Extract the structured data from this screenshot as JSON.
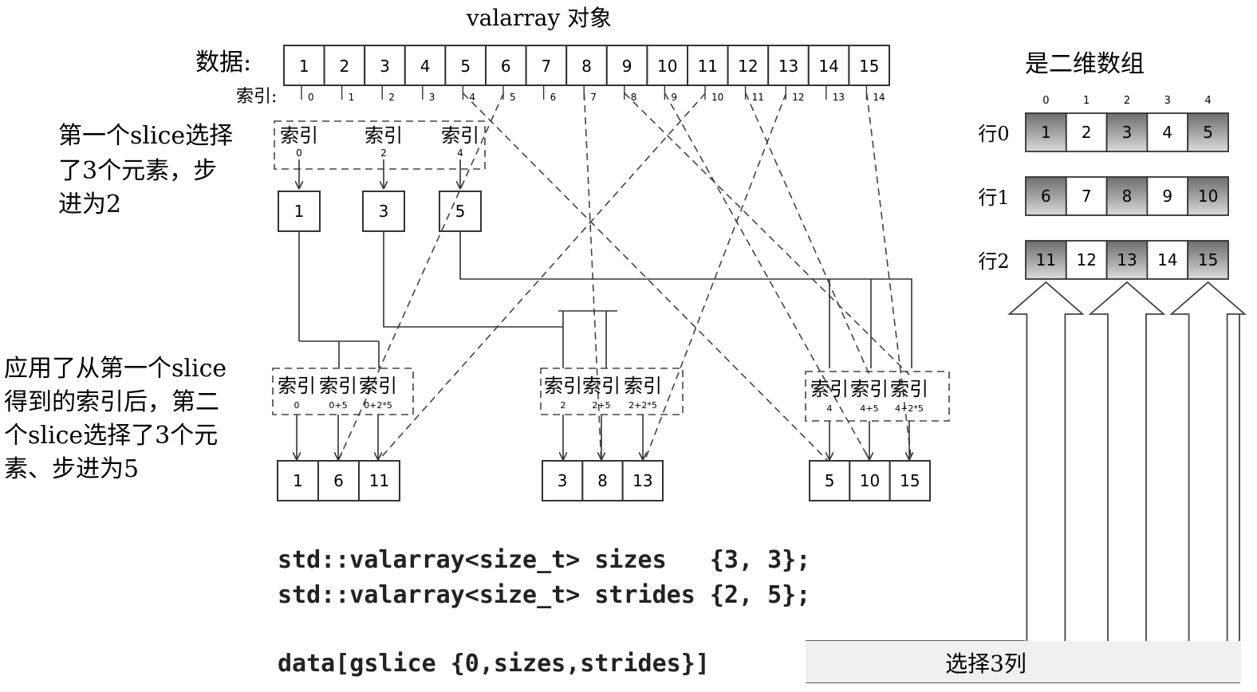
{
  "title": "valarray 对象",
  "data_label": "数据:",
  "index_label": "索引:",
  "data_values": [
    "1",
    "2",
    "3",
    "4",
    "5",
    "6",
    "7",
    "8",
    "9",
    "10",
    "11",
    "12",
    "13",
    "14",
    "15"
  ],
  "data_indices": [
    "0",
    "1",
    "2",
    "3",
    "4",
    "5",
    "6",
    "7",
    "8",
    "9",
    "10",
    "11",
    "12",
    "13",
    "14"
  ],
  "first_slice": {
    "desc_lines": [
      "第一个slice选择",
      "了3个元素，步",
      "进为2"
    ],
    "index_word": "索引",
    "indices": [
      "0",
      "2",
      "4"
    ],
    "results": [
      "1",
      "3",
      "5"
    ]
  },
  "second_slice": {
    "desc_lines": [
      "应用了从第一个slice",
      "得到的索引后，第二",
      "个slice选择了3个元",
      "素、步进为5"
    ],
    "groups": [
      {
        "labels": [
          "索引",
          "索引",
          "索引"
        ],
        "exprs": [
          "0",
          "0+5",
          "0+2*5"
        ],
        "results": [
          "1",
          "6",
          "11"
        ]
      },
      {
        "labels": [
          "索引",
          "索引",
          "索引"
        ],
        "exprs": [
          "2",
          "2+5",
          "2+2*5"
        ],
        "results": [
          "3",
          "8",
          "13"
        ]
      },
      {
        "labels": [
          "索引",
          "索引",
          "索引"
        ],
        "exprs": [
          "4",
          "4+5",
          "4+2*5"
        ],
        "results": [
          "5",
          "10",
          "15"
        ]
      }
    ]
  },
  "code_lines": [
    "std::valarray<size_t> sizes   {3, 3};",
    "std::valarray<size_t> strides {2, 5};",
    "",
    "data[gslice {0,sizes,strides}]"
  ],
  "matrix": {
    "title": "是二维数组",
    "col_headers": [
      "0",
      "1",
      "2",
      "3",
      "4"
    ],
    "rows": [
      {
        "label": "行0",
        "values": [
          "1",
          "2",
          "3",
          "4",
          "5"
        ]
      },
      {
        "label": "行1",
        "values": [
          "6",
          "7",
          "8",
          "9",
          "10"
        ]
      },
      {
        "label": "行2",
        "values": [
          "11",
          "12",
          "13",
          "14",
          "15"
        ]
      }
    ],
    "selected_columns": [
      0,
      2,
      4
    ],
    "select_label": "选择3列"
  }
}
